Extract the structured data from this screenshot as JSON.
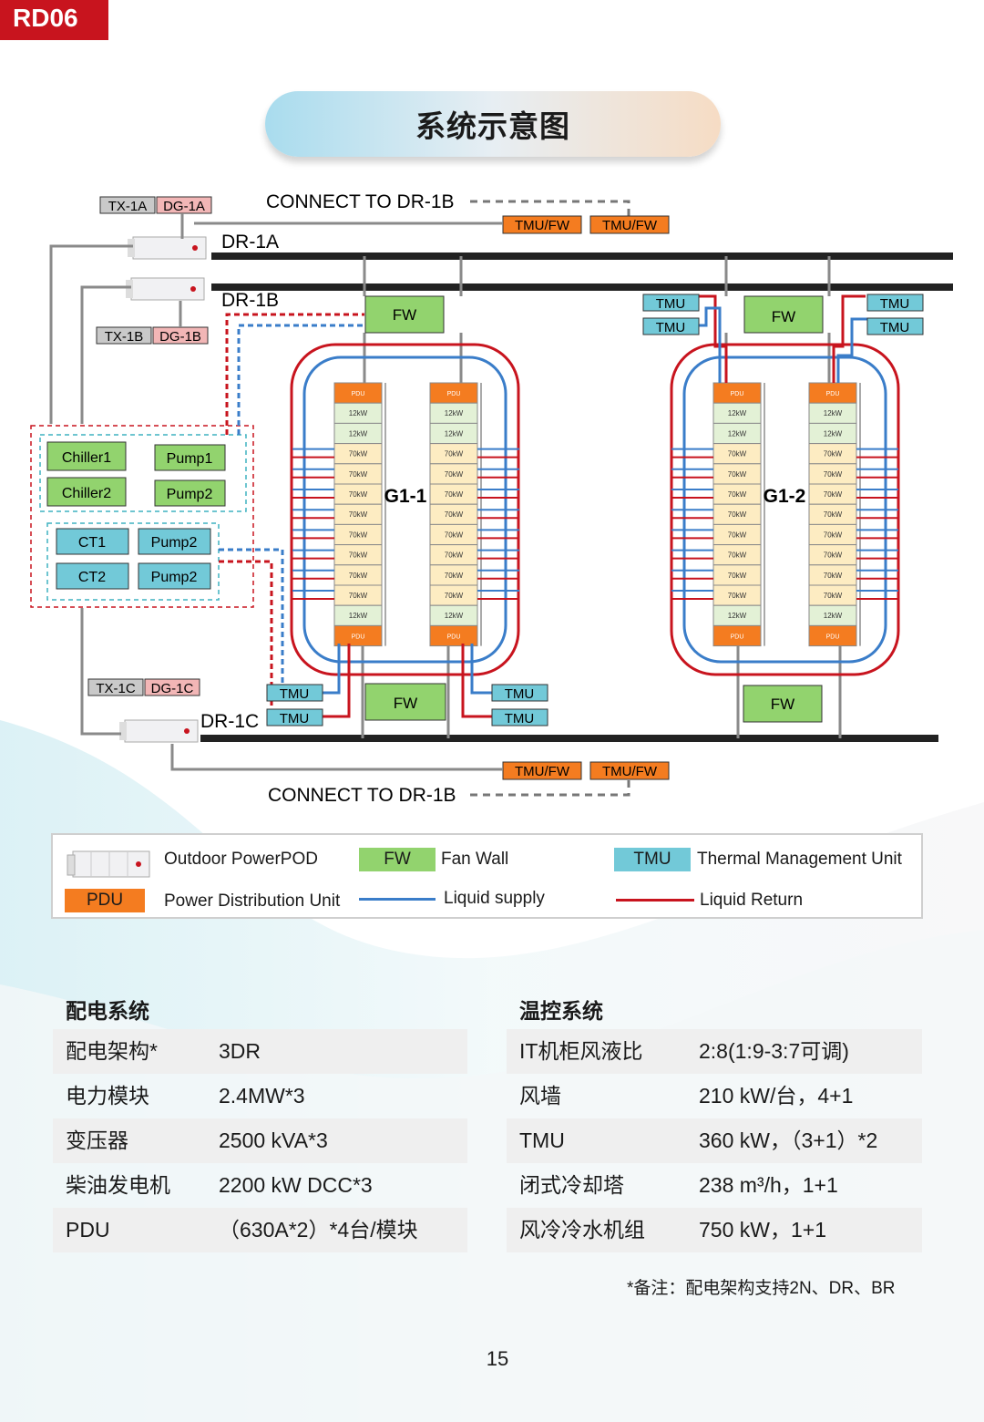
{
  "header": {
    "tag": "RD06",
    "title": "系统示意图"
  },
  "diagram": {
    "connect_top": "CONNECT TO DR-1B",
    "connect_bottom": "CONNECT TO DR-1B",
    "buses": {
      "a": "DR-1A",
      "b": "DR-1B",
      "c": "DR-1C"
    },
    "tx_labels": {
      "tx1a": "TX-1A",
      "dg1a": "DG-1A",
      "tx1b": "TX-1B",
      "dg1b": "DG-1B",
      "tx1c": "TX-1C",
      "dg1c": "DG-1C"
    },
    "tmu_fw": "TMU/FW",
    "fw": "FW",
    "tmu": "TMU",
    "chillers": [
      "Chiller1",
      "Chiller2"
    ],
    "pumps_upper": [
      "Pump1",
      "Pump2"
    ],
    "cts": [
      "CT1",
      "CT2"
    ],
    "pumps_lower": [
      "Pump2",
      "Pump2"
    ],
    "groups": [
      "G1-1",
      "G1-2"
    ],
    "pdu_label": "PDU",
    "rack_rows": [
      "12kW",
      "12kW",
      "70kW",
      "70kW",
      "70kW",
      "70kW",
      "70kW",
      "70kW",
      "70kW",
      "70kW",
      "12kW"
    ]
  },
  "legend": {
    "powerpod": "Outdoor PowerPOD",
    "fw_swatch": "FW",
    "fw_text": "Fan Wall",
    "tmu_swatch": "TMU",
    "tmu_text": "Thermal Management Unit",
    "pdu_swatch": "PDU",
    "pdu_text": "Power Distribution Unit",
    "supply": "Liquid supply",
    "return": "Liquid Return"
  },
  "power_system": {
    "heading": "配电系统",
    "rows": [
      {
        "k": "配电架构*",
        "v": "3DR"
      },
      {
        "k": "电力模块",
        "v": "2.4MW*3"
      },
      {
        "k": "变压器",
        "v": "2500 kVA*3"
      },
      {
        "k": "柴油发电机",
        "v": "2200 kW DCC*3"
      },
      {
        "k": "PDU",
        "v": "（630A*2）*4台/模块"
      }
    ]
  },
  "thermal_system": {
    "heading": "温控系统",
    "rows": [
      {
        "k": "IT机柜风液比",
        "v": "2:8(1:9-3:7可调)"
      },
      {
        "k": "风墙",
        "v": "210 kW/台，4+1"
      },
      {
        "k": "TMU",
        "v": "360 kW，（3+1）*2"
      },
      {
        "k": "闭式冷却塔",
        "v": "238 m³/h，1+1"
      },
      {
        "k": "风冷冷水机组",
        "v": "750 kW，1+1"
      }
    ]
  },
  "note": "*备注：配电架构支持2N、DR、BR",
  "page_number": "15",
  "colors": {
    "red": "#c8141e",
    "blue": "#3a7dc9",
    "fw_green": "#92d36e",
    "tmu_cyan": "#72c9d8",
    "pdu_orange": "#f47c20",
    "rack_12": "#e3f1d6",
    "rack_70": "#fdecc2"
  }
}
